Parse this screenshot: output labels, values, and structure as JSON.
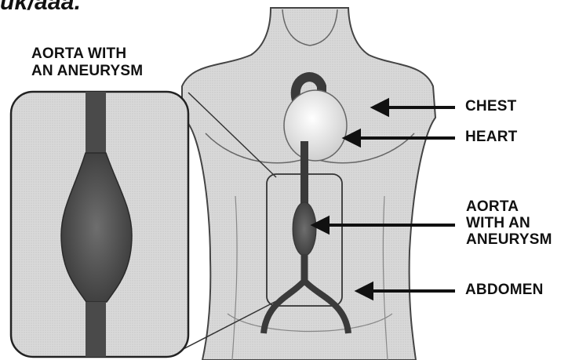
{
  "header": {
    "url_fragment": "uk/aaa."
  },
  "inset": {
    "title_line1": "AORTA WITH",
    "title_line2": "AN ANEURYSM"
  },
  "labels": {
    "chest": "CHEST",
    "heart": "HEART",
    "aorta_line1": "AORTA",
    "aorta_line2": "WITH AN",
    "aorta_line3": "ANEURYSM",
    "abdomen": "ABDOMEN"
  },
  "colors": {
    "body_fill": "#d6d6d6",
    "outline": "#333333",
    "aorta_fill": "#5a5a5a",
    "heart_fill": "#f2f2f2"
  },
  "icons": [
    "arrow-left-icon"
  ]
}
